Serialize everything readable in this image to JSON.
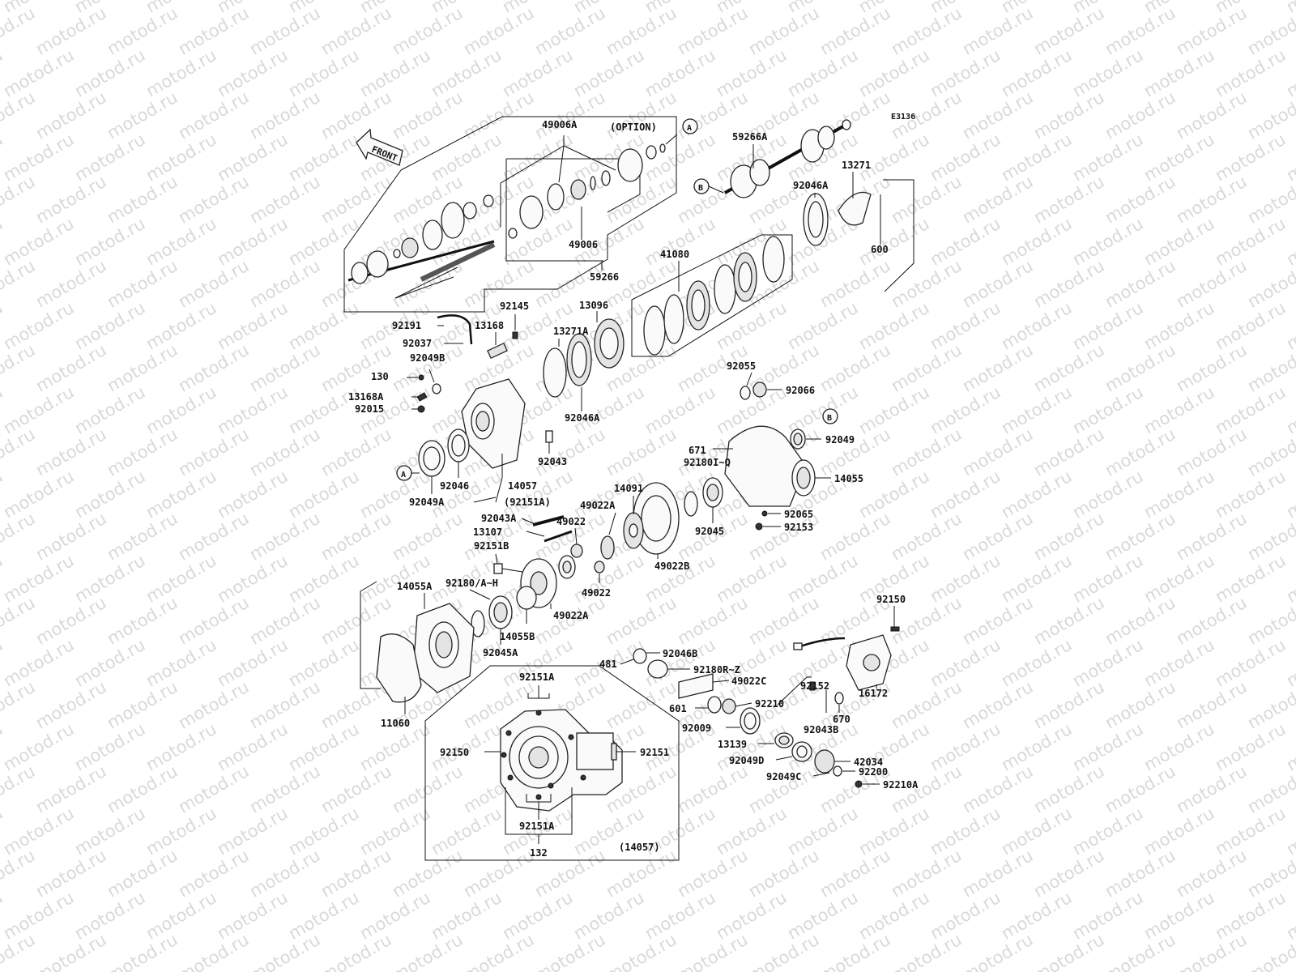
{
  "diagram_code": "E3136",
  "front_label": "FRONT",
  "watermark": "motod.ru",
  "callouts": {
    "a": "A",
    "b": "B"
  },
  "labels": {
    "p49006A": "49006A",
    "option": "(OPTION)",
    "p49006": "49006",
    "p59266": "59266",
    "p59266A": "59266A",
    "p13271": "13271",
    "p92046A_top": "92046A",
    "p600": "600",
    "p41080": "41080",
    "p92191": "92191",
    "p92145": "92145",
    "p13168": "13168",
    "p13096": "13096",
    "p92037": "92037",
    "p13271A": "13271A",
    "p92049B": "92049B",
    "p130": "130",
    "p13168A": "13168A",
    "p92015": "92015",
    "p92046A_mid": "92046A",
    "p92055": "92055",
    "p92066": "92066",
    "p92049": "92049",
    "p671": "671",
    "p92180IQ": "92180I~Q",
    "p14055": "14055",
    "p92043": "92043",
    "p92046": "92046",
    "p14057": "14057",
    "p92049A": "92049A",
    "p92151A_paren": "(92151A)",
    "p14091": "14091",
    "p49022A_top": "49022A",
    "p92043A": "92043A",
    "p49022_top": "49022",
    "p13107": "13107",
    "p92151B": "92151B",
    "p92065": "92065",
    "p92153": "92153",
    "p92045": "92045",
    "p49022B": "49022B",
    "p92180AH": "92180/A~H",
    "p14055A": "14055A",
    "p49022_low": "49022",
    "p49022A_low": "49022A",
    "p14055B": "14055B",
    "p92045A": "92045A",
    "p92150_right": "92150",
    "p92046B": "92046B",
    "p481": "481",
    "p92180RZ": "92180R~Z",
    "p92152": "92152",
    "p49022C": "49022C",
    "p670": "670",
    "p16172": "16172",
    "p601": "601",
    "p92210": "92210",
    "p92043B": "92043B",
    "p92009": "92009",
    "p13139": "13139",
    "p92049D": "92049D",
    "p42034": "42034",
    "p92049C": "92049C",
    "p92200": "92200",
    "p92210A": "92210A",
    "p11060": "11060",
    "p92151A_top": "92151A",
    "p92150_box": "92150",
    "p92151_box": "92151",
    "p92151A_bot": "92151A",
    "p132": "132",
    "p14057_box": "(14057)"
  }
}
